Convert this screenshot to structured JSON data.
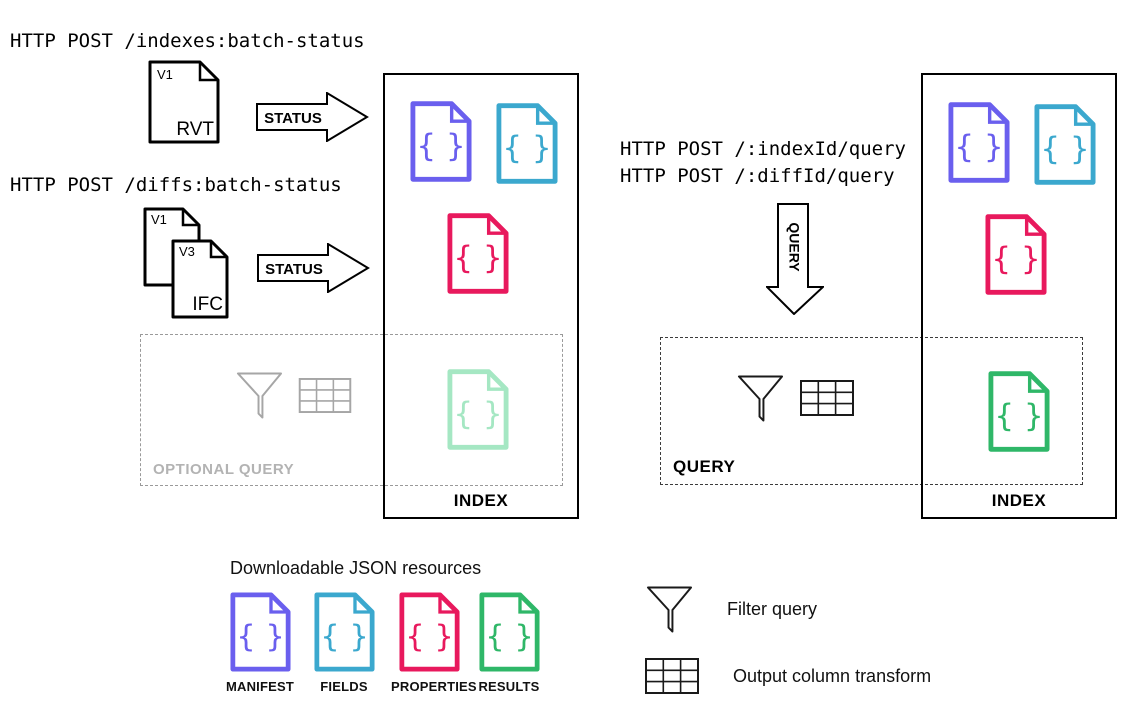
{
  "palette": {
    "purple": "#6a5fee",
    "teal": "#3ba8ce",
    "crimson": "#e8195d",
    "green": "#2fb768",
    "pale_green": "#a5e7c3",
    "gray_icon": "#a6a6a6",
    "gray_label": "#b3b3b3",
    "black": "#1a1a1a"
  },
  "icons": {
    "json_file": "document-with-curly-braces",
    "filter": "funnel",
    "table": "3x3-grid"
  },
  "endpoints": {
    "indexes_batch": "HTTP POST /indexes:batch-status",
    "diffs_batch": "HTTP POST /diffs:batch-status",
    "index_query": "HTTP POST /:indexId/query",
    "diff_query": "HTTP POST /:diffId/query"
  },
  "files": {
    "rvt": {
      "version": "V1",
      "type": "RVT"
    },
    "ifc_stack": {
      "back_version": "V1",
      "front_version": "V3",
      "front_type": "IFC"
    }
  },
  "arrows": {
    "status1": "STATUS",
    "status2": "STATUS",
    "query": "QUERY"
  },
  "boxes": {
    "index_left": "INDEX",
    "index_right": "INDEX",
    "optional_query": "OPTIONAL QUERY",
    "query": "QUERY"
  },
  "legend": {
    "downloads_title": "Downloadable JSON resources",
    "resources": [
      {
        "label": "MANIFEST",
        "color": "#6a5fee"
      },
      {
        "label": "FIELDS",
        "color": "#3ba8ce"
      },
      {
        "label": "PROPERTIES",
        "color": "#e8195d"
      },
      {
        "label": "RESULTS",
        "color": "#2fb768"
      }
    ],
    "filter": "Filter query",
    "table": "Output column transform"
  }
}
